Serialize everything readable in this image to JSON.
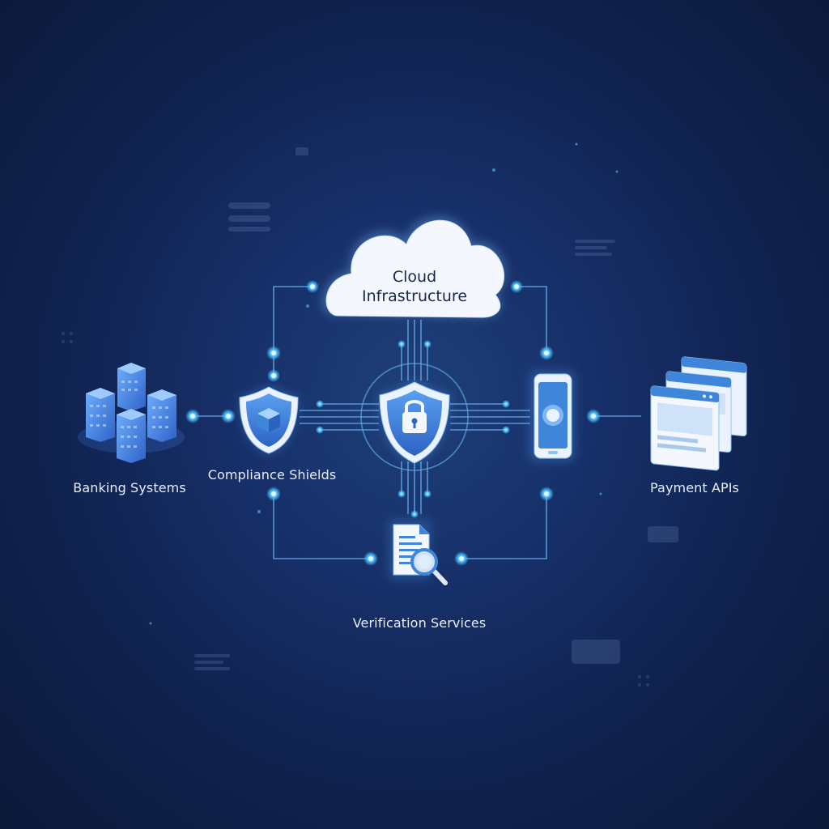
{
  "nodes": {
    "cloud": {
      "line1": "Cloud",
      "line2": "Infrastructure"
    },
    "banking": {
      "label": "Banking Systems",
      "icon": "buildings-icon"
    },
    "compliance": {
      "label": "Compliance Shields",
      "icon": "shield-cube-icon"
    },
    "security_core": {
      "icon": "shield-lock-icon"
    },
    "mobile": {
      "icon": "smartphone-icon"
    },
    "payment": {
      "label": "Payment APIs",
      "icon": "browser-windows-icon"
    },
    "verification": {
      "label": "Verification Services",
      "icon": "document-search-icon"
    }
  },
  "colors": {
    "background": "#10224f",
    "connector": "#5fa8e6",
    "node_glow": "#4fc3ff",
    "icon_blue": "#3f86db",
    "label": "#e8eef9"
  }
}
